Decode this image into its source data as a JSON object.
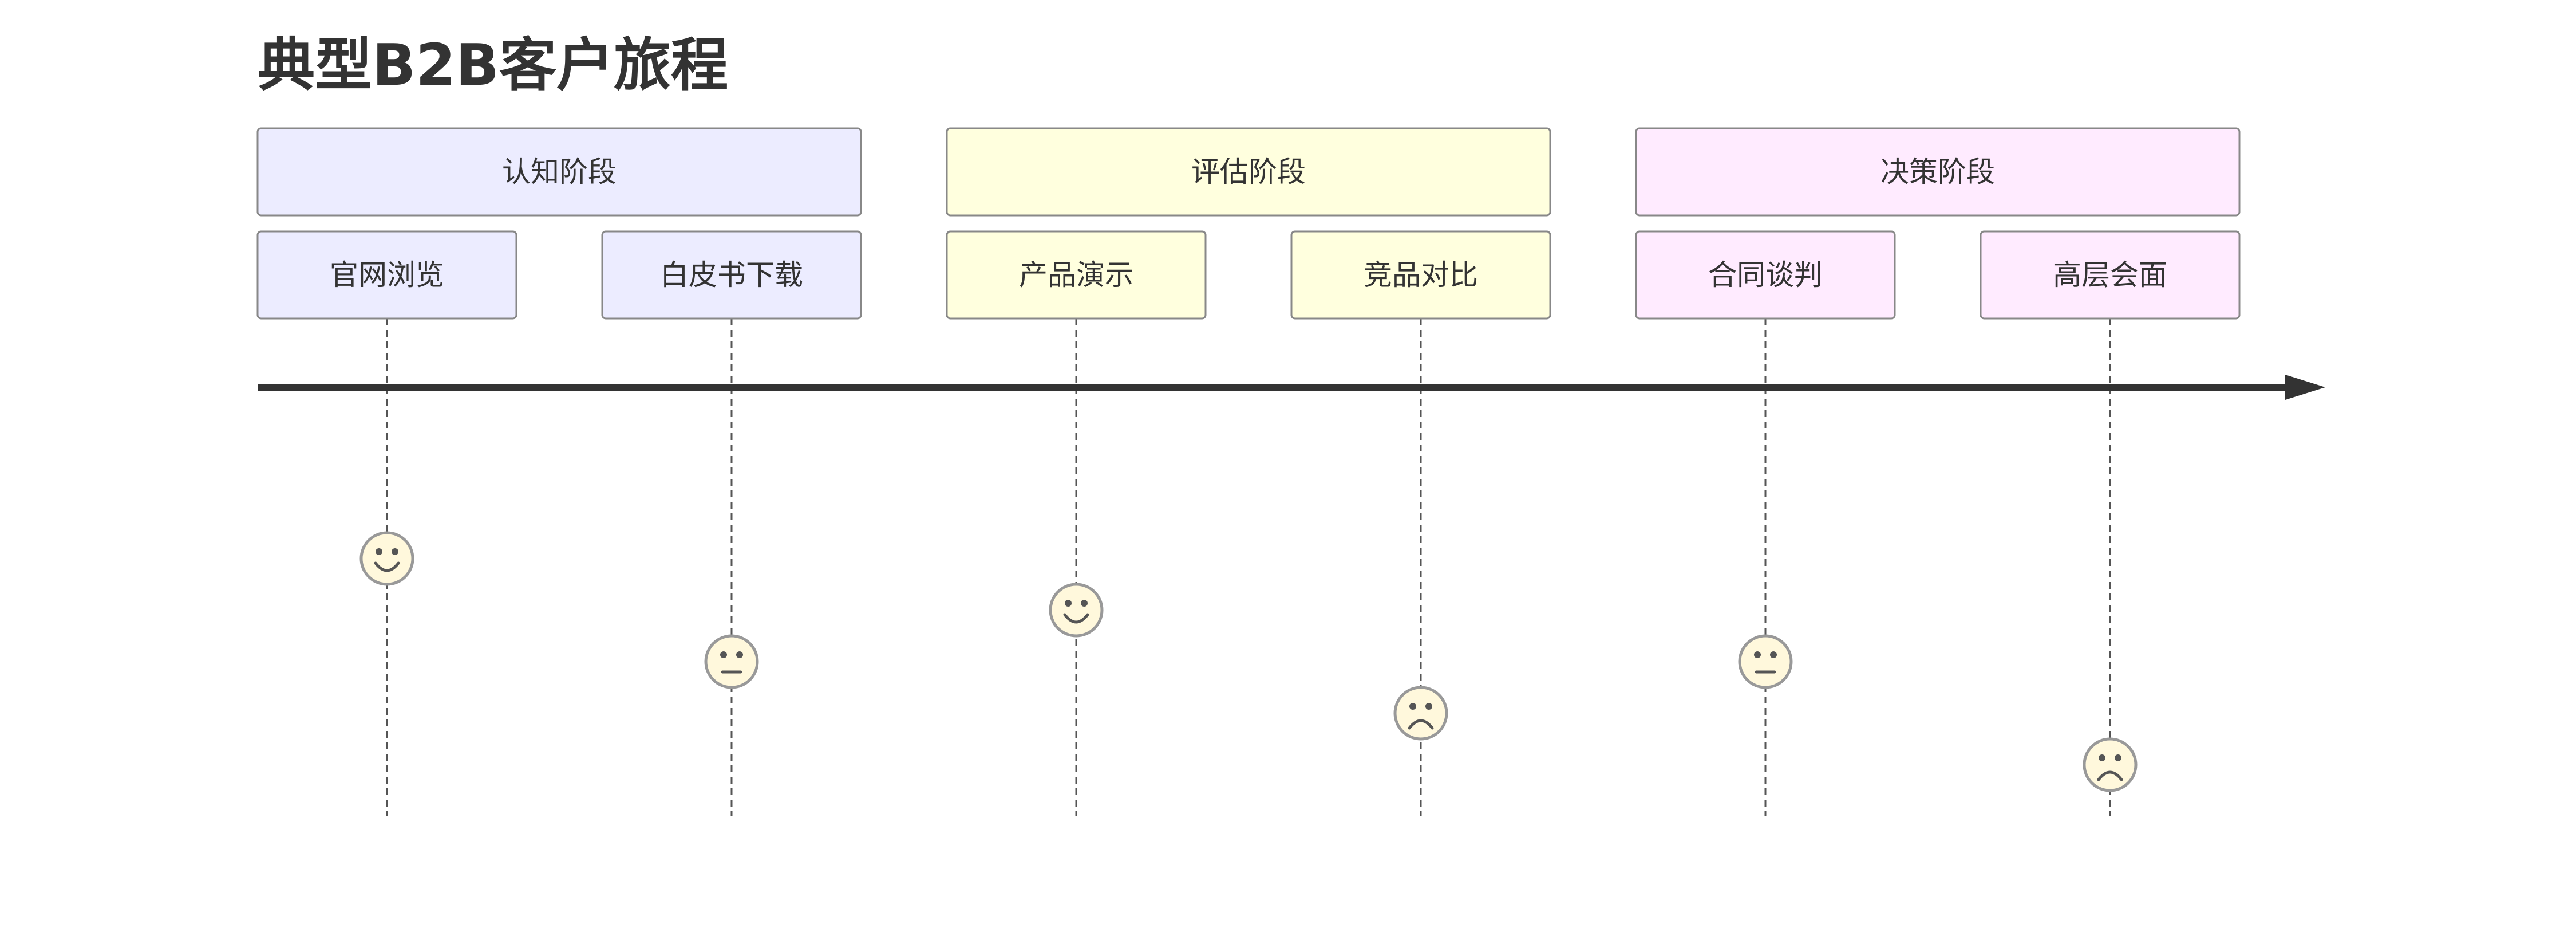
{
  "title": "典型B2B客户旅程",
  "sections": [
    {
      "name": "认知阶段",
      "fill": "#ECECFF",
      "tasks": [
        {
          "name": "官网浏览",
          "score": 5,
          "mood": "happy"
        },
        {
          "name": "白皮书下载",
          "score": 3,
          "mood": "neutral"
        }
      ]
    },
    {
      "name": "评估阶段",
      "fill": "#FFFFDE",
      "tasks": [
        {
          "name": "产品演示",
          "score": 4,
          "mood": "happy"
        },
        {
          "name": "竞品对比",
          "score": 2,
          "mood": "sad"
        }
      ]
    },
    {
      "name": "决策阶段",
      "fill": "#FFEBFF",
      "tasks": [
        {
          "name": "合同谈判",
          "score": 3,
          "mood": "neutral"
        },
        {
          "name": "高层会面",
          "score": 1,
          "mood": "sad"
        }
      ]
    }
  ],
  "colors": {
    "border": "#888888",
    "text": "#333333",
    "axis": "#333333",
    "face_fill": "#FFF8DC",
    "face_stroke": "#999999",
    "face_feature": "#555555"
  }
}
